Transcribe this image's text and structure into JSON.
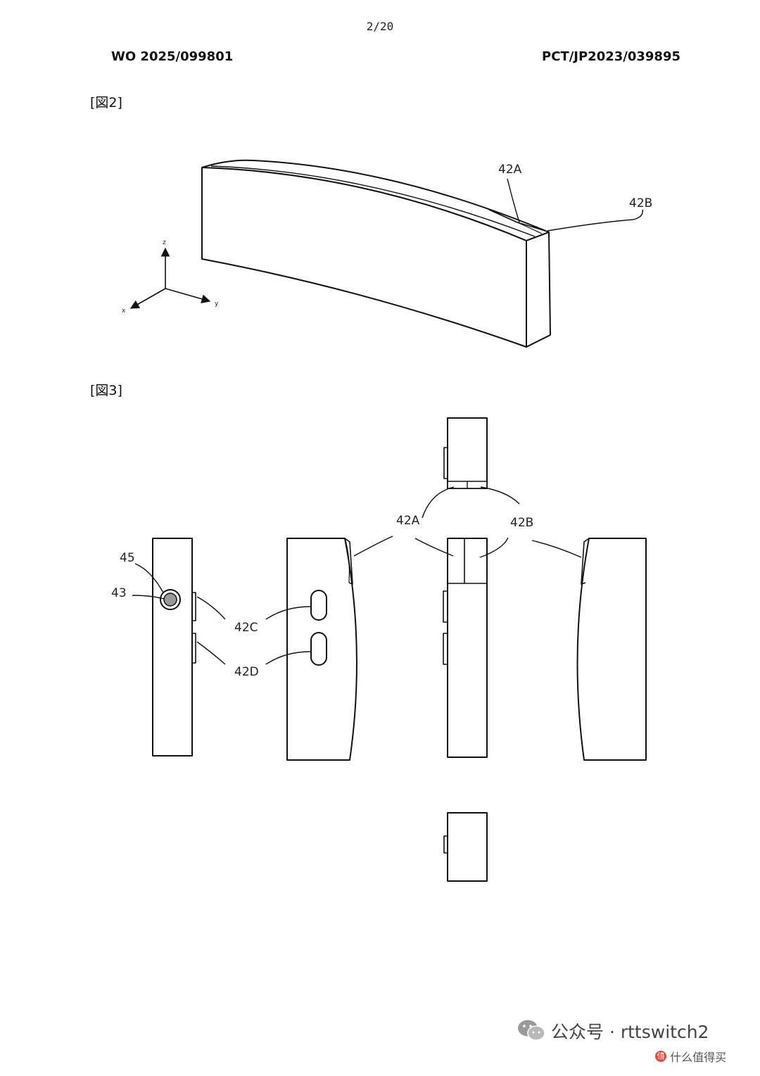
{
  "page_number": "2/20",
  "header": {
    "publication_number": "WO 2025/099801",
    "application_number": "PCT/JP2023/039895"
  },
  "figures": {
    "fig2": {
      "label": "[図2]",
      "callouts": {
        "a": "42A",
        "b": "42B"
      },
      "axes": {
        "z": "z",
        "y": "y",
        "x": "x"
      }
    },
    "fig3": {
      "label": "[図3]",
      "callouts": {
        "n45": "45",
        "n43": "43",
        "n42c": "42C",
        "n42d": "42D",
        "n42a": "42A",
        "n42b": "42B"
      }
    }
  },
  "watermark": {
    "text": "公众号 · rttswitch2",
    "sub": "什么值得买",
    "logo_icon": "wechat-icon",
    "sub_icon": "smzdm-icon"
  }
}
